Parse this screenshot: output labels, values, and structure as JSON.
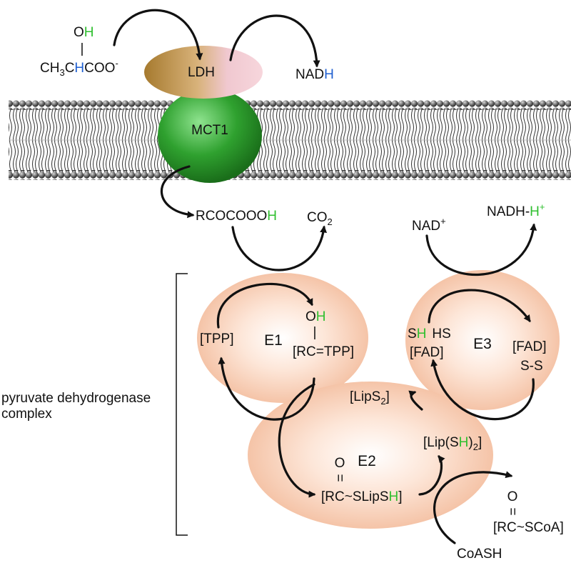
{
  "colors": {
    "green_h": "#2fbf2f",
    "blue_h": "#1f5fd0",
    "enzyme_fill": "#f6c4a8",
    "ldh_gold": "#b68a3c",
    "ldh_pink": "#f2c6cf",
    "mct1_green": "#2fa12f",
    "membrane": "#555555"
  },
  "lactate": {
    "oh_o": "O",
    "oh_h": "H",
    "bar": "|",
    "pre": "CH",
    "three": "3",
    "c": "C",
    "h": "H",
    "post": "COO",
    "minus": "-"
  },
  "ldh": {
    "label": "LDH"
  },
  "nadh_top": {
    "nad": "NAD",
    "h": "H"
  },
  "mct1": {
    "label": "MCT1"
  },
  "pyruvate": {
    "main": "RCOCOOO",
    "h": "H"
  },
  "co2": {
    "c": "CO",
    "two": "2"
  },
  "nad_plus": {
    "nad": "NAD",
    "plus": "+"
  },
  "nadh_hplus": {
    "nadh": "NADH-",
    "h": "H",
    "plus": "+"
  },
  "e1": {
    "label": "E1",
    "tpp": "[TPP]",
    "oh_o": "O",
    "oh_h": "H",
    "bar": "|",
    "rc_tpp": "[RC=TPP]"
  },
  "e3": {
    "label": "E3",
    "s": "S",
    "h": "H",
    "hs": "HS",
    "fad_left": "[FAD]",
    "fad_right": "[FAD]",
    "ss": "S-S"
  },
  "e2": {
    "label": "E2",
    "lips2_pre": "[LipS",
    "lips2_sub": "2",
    "lips2_post": "]",
    "lipsh_pre": "[Lip(S",
    "lipsh_h": "H",
    "lipsh_mid": ")",
    "lipsh_sub": "2",
    "lipsh_post": "]",
    "acyl_o": "O",
    "acyl_eq": "=",
    "acyl_pre": "[RC~SLipS",
    "acyl_h": "H",
    "acyl_post": "]"
  },
  "acyl_coa": {
    "o": "O",
    "eq": "=",
    "text": "[RC~SCoA]"
  },
  "coash": {
    "label": "CoASH"
  },
  "complex_label": {
    "line1": "pyruvate dehydrogenase",
    "line2": "complex"
  }
}
